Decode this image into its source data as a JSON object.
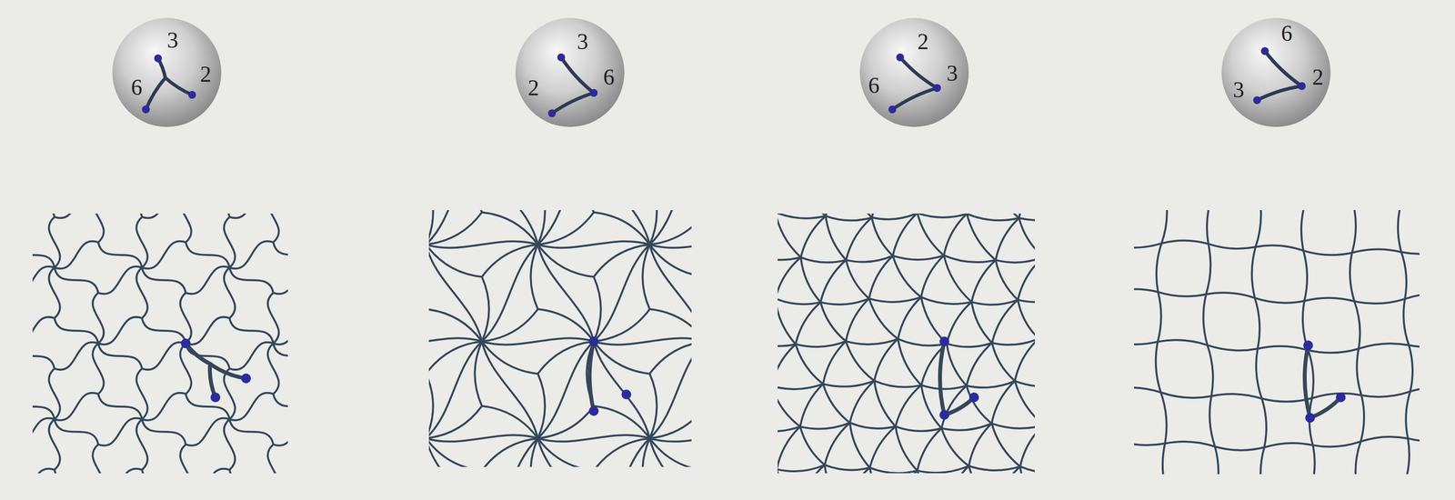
{
  "diagram": {
    "nodes": [
      {
        "text": [
          "3",
          "6",
          "2"
        ]
      },
      {
        "text": [
          "3",
          "2",
          "6"
        ]
      },
      {
        "text": [
          "2",
          "6",
          "3"
        ]
      },
      {
        "text": [
          "6",
          "3",
          "2"
        ]
      }
    ]
  }
}
